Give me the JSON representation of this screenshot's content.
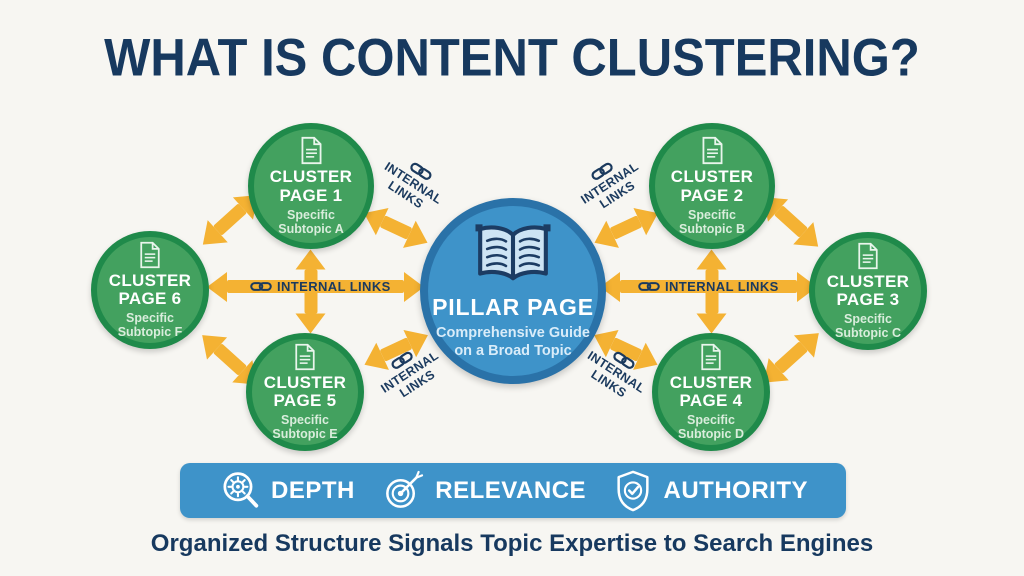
{
  "title": "WHAT IS CONTENT CLUSTERING?",
  "pillar": {
    "icon": "open-book-icon",
    "title": "PILLAR PAGE",
    "subtitle": "Comprehensive Guide on a Broad Topic"
  },
  "link_label": "INTERNAL LINKS",
  "clusters": [
    {
      "title": "CLUSTER PAGE 1",
      "subtitle": "Specific Subtopic A"
    },
    {
      "title": "CLUSTER PAGE 2",
      "subtitle": "Specific Subtopic B"
    },
    {
      "title": "CLUSTER PAGE 3",
      "subtitle": "Specific Subtopic C"
    },
    {
      "title": "CLUSTER PAGE 4",
      "subtitle": "Specific Subtopic D"
    },
    {
      "title": "CLUSTER PAGE 5",
      "subtitle": "Specific Subtopic E"
    },
    {
      "title": "CLUSTER PAGE 6",
      "subtitle": "Specific Subtopic F"
    }
  ],
  "footer": {
    "items": [
      {
        "icon": "magnifier-gear-icon",
        "label": "DEPTH"
      },
      {
        "icon": "target-dart-icon",
        "label": "RELEVANCE"
      },
      {
        "icon": "shield-check-icon",
        "label": "AUTHORITY"
      }
    ],
    "tagline": "Organized Structure Signals Topic Expertise to Search Engines"
  },
  "colors": {
    "background": "#f7f6f2",
    "navy": "#1b3a5e",
    "cluster_green": "#43a15f",
    "cluster_ring_green": "#1f8a4a",
    "pillar_blue": "#3e93c9",
    "pillar_ring_blue": "#2a72a8",
    "arrow_yellow": "#f4b233",
    "footer_blue": "#3e93c9"
  }
}
